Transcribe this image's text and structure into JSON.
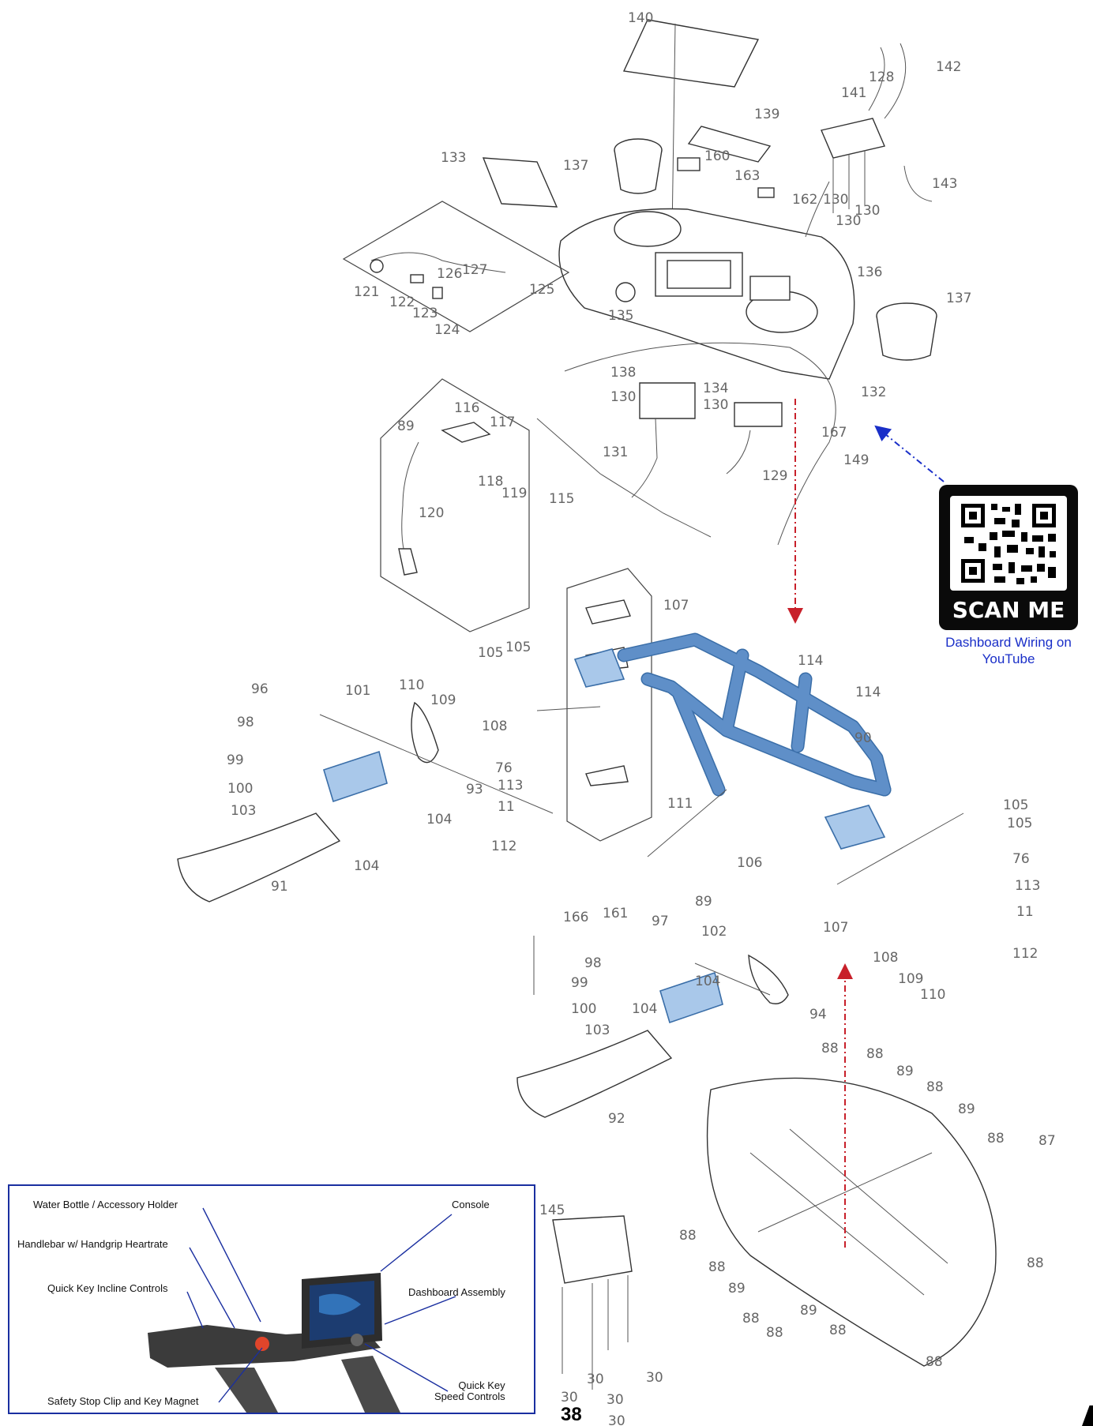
{
  "part_numbers": {
    "p140": "140",
    "p128": "128",
    "p142": "142",
    "p141": "141",
    "p139": "139",
    "p160": "160",
    "p163": "163",
    "p137a": "137",
    "p133": "133",
    "p143": "143",
    "p162": "162",
    "p130a": "130",
    "p130b": "130",
    "p130c": "130",
    "p121": "121",
    "p122": "122",
    "p126": "126",
    "p127": "127",
    "p125": "125",
    "p123": "123",
    "p124": "124",
    "p135": "135",
    "p136": "136",
    "p137b": "137",
    "p138": "138",
    "p134": "134",
    "p130d": "130",
    "p130e": "130",
    "p132": "132",
    "p167": "167",
    "p131": "131",
    "p129": "129",
    "p149": "149",
    "p89a": "89",
    "p116": "116",
    "p117": "117",
    "p118": "118",
    "p119": "119",
    "p115": "115",
    "p120": "120",
    "p107a": "107",
    "p105a": "105",
    "p105b": "105",
    "p114a": "114",
    "p114b": "114",
    "p110a": "110",
    "p109a": "109",
    "p96": "96",
    "p101": "101",
    "p108a": "108",
    "p90": "90",
    "p98a": "98",
    "p76a": "76",
    "p113a": "113",
    "p99a": "99",
    "p93": "93",
    "p11a": "11",
    "p100a": "100",
    "p111": "111",
    "p104a": "104",
    "p103a": "103",
    "p104b": "104",
    "p112a": "112",
    "p105c": "105",
    "p105d": "105",
    "p106": "106",
    "p76b": "76",
    "p91": "91",
    "p166": "166",
    "p161": "161",
    "p89b": "89",
    "p113b": "113",
    "p11b": "11",
    "p97": "97",
    "p107b": "107",
    "p102": "102",
    "p112b": "112",
    "p108b": "108",
    "p98b": "98",
    "p109b": "109",
    "p110b": "110",
    "p99b": "99",
    "p104c": "104",
    "p100b": "100",
    "p104d": "104",
    "p103b": "103",
    "p94": "94",
    "p88a": "88",
    "p88b": "88",
    "p89c": "89",
    "p88c": "88",
    "p89d": "89",
    "p92": "92",
    "p88d": "88",
    "p87": "87",
    "p145": "145",
    "p88e": "88",
    "p88f": "88",
    "p89e": "89",
    "p88g": "88",
    "p88h": "88",
    "p89f": "89",
    "p88i": "88",
    "p88j": "88",
    "p88k": "88",
    "p30a": "30",
    "p30b": "30",
    "p30c": "30",
    "p30d": "30",
    "p30e": "30"
  },
  "qr": {
    "scan_label": "SCAN ME",
    "caption": "Dashboard Wiring on YouTube"
  },
  "inset": {
    "callouts": {
      "water_bottle": "Water Bottle / Accessory Holder",
      "handlebar": "Handlebar w/ Handgrip Heartrate",
      "incline": "Quick Key Incline Controls",
      "safety": "Safety Stop Clip and Key Magnet",
      "console": "Console",
      "dashboard": "Dashboard Assembly",
      "speed": "Quick Key\nSpeed Controls"
    }
  },
  "page_number": "38",
  "colors": {
    "highlight_fill": "#a9c8ea",
    "highlight_stroke": "#3a6ea8",
    "arrow_red": "#c8202a",
    "arrow_blue": "#1a2fc8",
    "inset_border": "#1a2fa0"
  }
}
